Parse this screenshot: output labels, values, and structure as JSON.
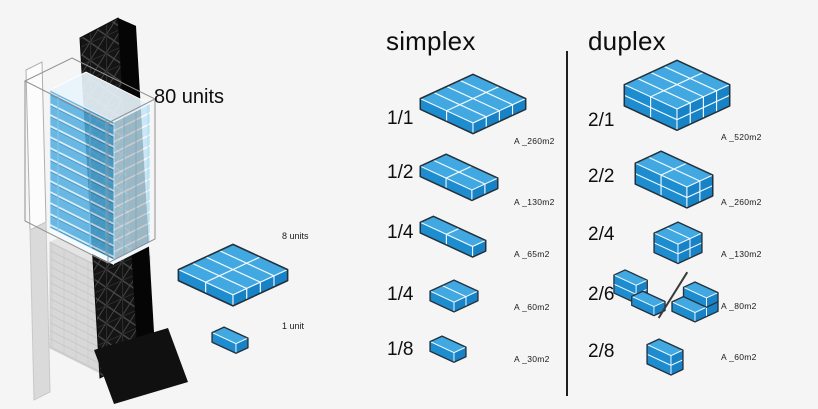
{
  "background": "#f5f5f5",
  "accent_blue": "#2196d9",
  "tower": {
    "label": "80 units"
  },
  "legend": {
    "plate_label": "8 units",
    "unit_label": "1 unit"
  },
  "simplex": {
    "title": "simplex",
    "rows": [
      {
        "fraction": "1/1",
        "area": "A _260m2"
      },
      {
        "fraction": "1/2",
        "area": "A _130m2"
      },
      {
        "fraction": "1/4",
        "area": "A _65m2"
      },
      {
        "fraction": "1/4",
        "area": "A _60m2"
      },
      {
        "fraction": "1/8",
        "area": "A _30m2"
      }
    ]
  },
  "duplex": {
    "title": "duplex",
    "rows": [
      {
        "fraction": "2/1",
        "area": "A _520m2"
      },
      {
        "fraction": "2/2",
        "area": "A _260m2"
      },
      {
        "fraction": "2/4",
        "area": "A _130m2"
      },
      {
        "fraction": "2/6",
        "area": "A _80m2"
      },
      {
        "fraction": "2/8",
        "area": "A _60m2"
      }
    ]
  },
  "block_colors": {
    "top": "#41a8e1",
    "front": "#1d8dd0",
    "side": "#1783c6",
    "seam": "#f2f8fc",
    "outline": "#22313c"
  },
  "brick": [
    2,
    1,
    0.7
  ],
  "clusters": {
    "plate8": {
      "parts": [
        [
          [
            0,
            0,
            0
          ],
          [
            2,
            0,
            0
          ],
          [
            0,
            1,
            0
          ],
          [
            2,
            1,
            0
          ],
          [
            0,
            2,
            0
          ],
          [
            2,
            2,
            0
          ],
          [
            0,
            3,
            0
          ],
          [
            2,
            3,
            0
          ]
        ]
      ]
    },
    "plate16": {
      "parts": [
        [
          [
            0,
            0,
            0
          ],
          [
            2,
            0,
            0
          ],
          [
            0,
            1,
            0
          ],
          [
            2,
            1,
            0
          ],
          [
            0,
            2,
            0
          ],
          [
            2,
            2,
            0
          ],
          [
            0,
            3,
            0
          ],
          [
            2,
            3,
            0
          ],
          [
            0,
            0,
            0.7
          ],
          [
            2,
            0,
            0.7
          ],
          [
            0,
            1,
            0.7
          ],
          [
            2,
            1,
            0.7
          ],
          [
            0,
            2,
            0.7
          ],
          [
            2,
            2,
            0.7
          ],
          [
            0,
            3,
            0.7
          ],
          [
            2,
            3,
            0.7
          ]
        ]
      ]
    },
    "quad4": {
      "parts": [
        [
          [
            0,
            0,
            0
          ],
          [
            2,
            0,
            0
          ],
          [
            0,
            1,
            0
          ],
          [
            2,
            1,
            0
          ]
        ]
      ]
    },
    "quad8": {
      "parts": [
        [
          [
            0,
            0,
            0
          ],
          [
            2,
            0,
            0
          ],
          [
            0,
            1,
            0
          ],
          [
            2,
            1,
            0
          ],
          [
            0,
            0,
            0.7
          ],
          [
            2,
            0,
            0.7
          ],
          [
            0,
            1,
            0.7
          ],
          [
            2,
            1,
            0.7
          ]
        ]
      ]
    },
    "row2": {
      "parts": [
        [
          [
            0,
            0,
            0
          ],
          [
            2,
            0,
            0
          ]
        ]
      ]
    },
    "pair2": {
      "parts": [
        [
          [
            0,
            0,
            0
          ],
          [
            0,
            1,
            0
          ]
        ]
      ]
    },
    "pair4": {
      "parts": [
        [
          [
            0,
            0,
            0
          ],
          [
            0,
            1,
            0
          ],
          [
            0,
            0,
            0.7
          ],
          [
            0,
            1,
            0.7
          ]
        ]
      ]
    },
    "single": {
      "parts": [
        [
          [
            0,
            0,
            0
          ]
        ]
      ]
    },
    "stack2": {
      "parts": [
        [
          [
            0,
            0,
            0
          ],
          [
            0,
            0,
            0.7
          ]
        ]
      ]
    },
    "step_left": {
      "parts": [
        [
          [
            0,
            0,
            0
          ],
          [
            0,
            0,
            0.7
          ]
        ],
        [
          [
            2,
            0.4,
            0
          ]
        ]
      ]
    },
    "step_right": {
      "parts": [
        [
          [
            0,
            0,
            0
          ],
          [
            0,
            1,
            0
          ]
        ],
        [
          [
            0,
            0,
            0.7
          ]
        ]
      ]
    }
  }
}
